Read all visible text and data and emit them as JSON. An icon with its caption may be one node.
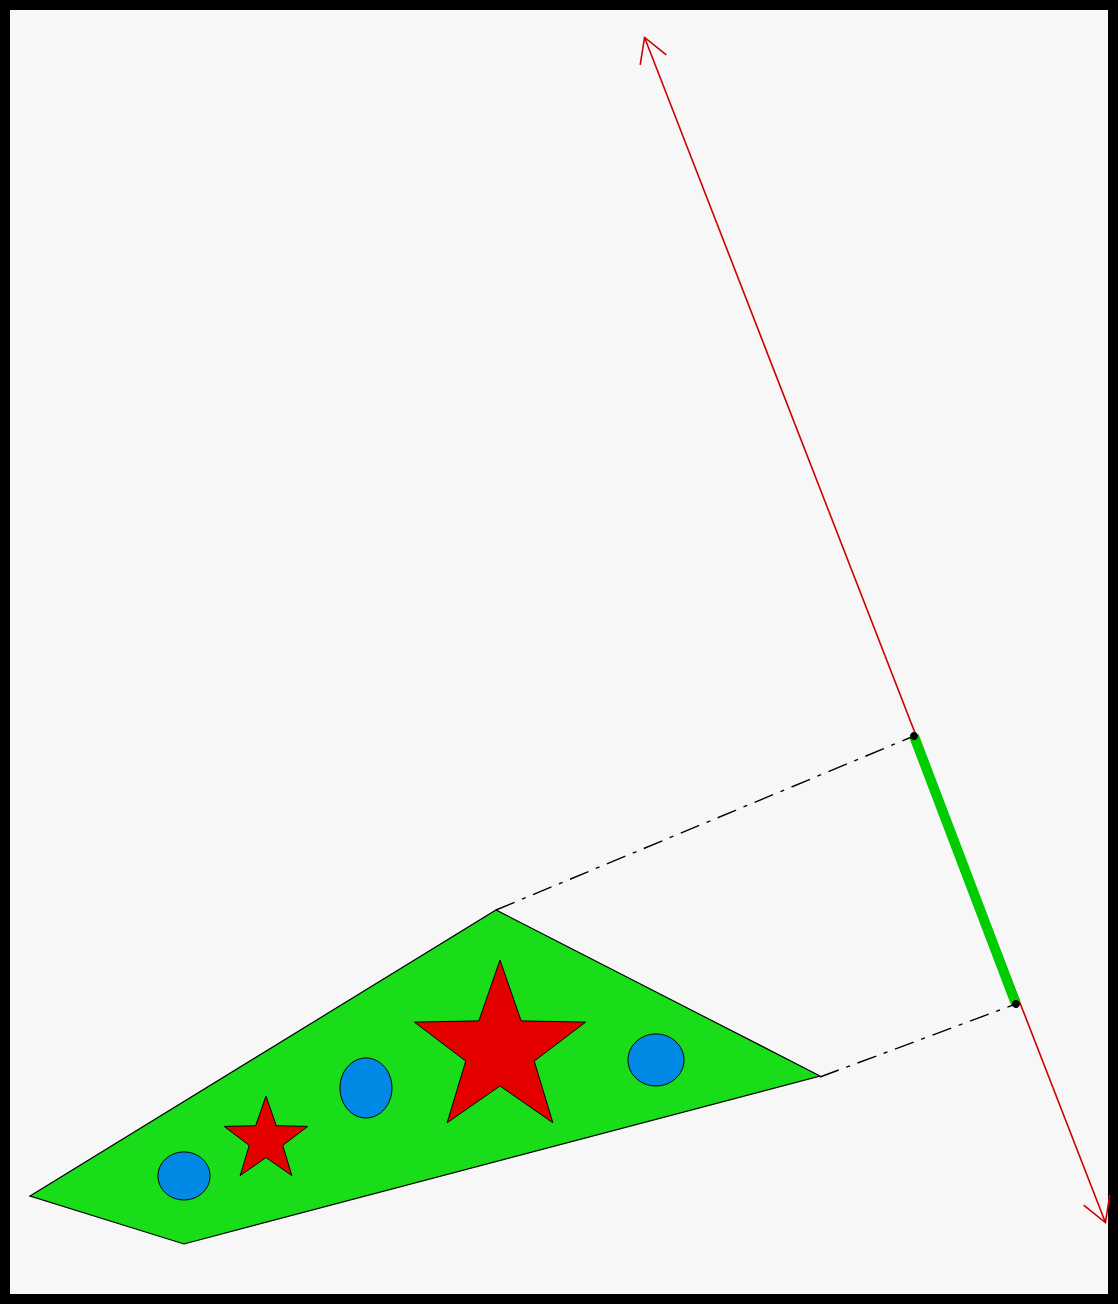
{
  "diagram": {
    "nodes": [
      {
        "text": [],
        "shape": "polygon"
      },
      {
        "text": [],
        "shape": "bar"
      }
    ],
    "edges": [
      {
        "from": 0,
        "to": 1,
        "arrow": "none",
        "style": "dashed"
      },
      {
        "from": 0,
        "to": 1,
        "arrow": "none",
        "style": "dashed"
      }
    ]
  }
}
